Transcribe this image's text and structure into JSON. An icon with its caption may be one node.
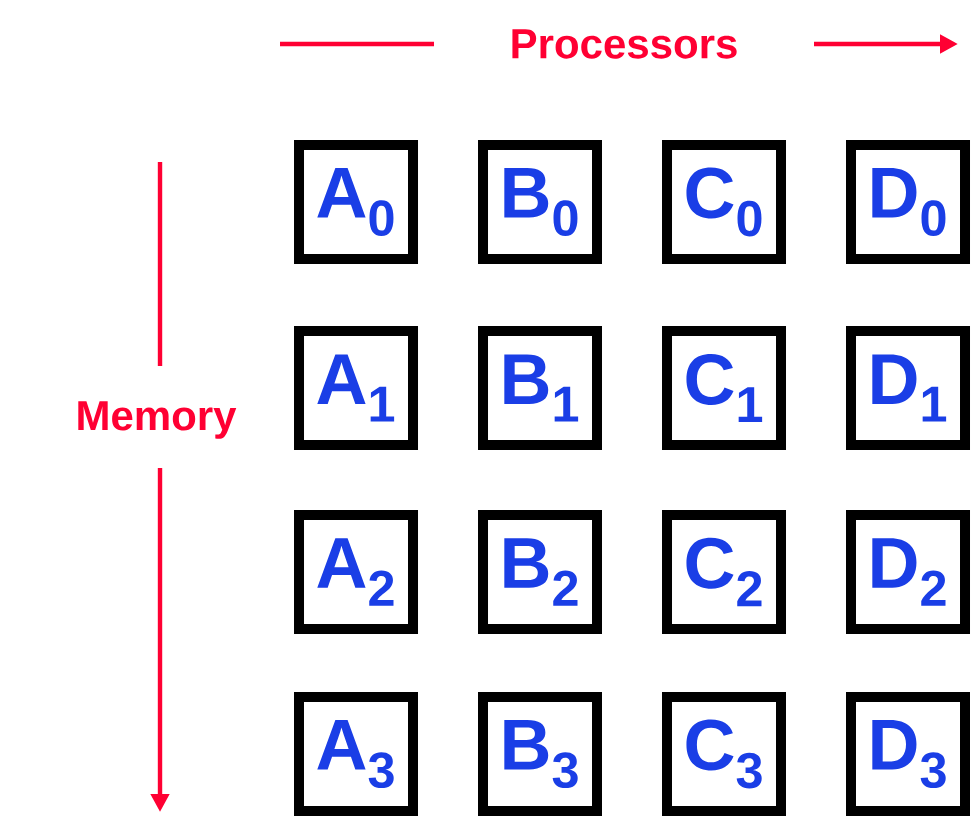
{
  "diagram": {
    "nodes": [
      {
        "text": [
          "A$_{0}$"
        ]
      },
      {
        "text": [
          "B$_{0}$"
        ]
      },
      {
        "text": [
          "C$_{0}$"
        ]
      },
      {
        "text": [
          "D$_{0}$"
        ]
      },
      {
        "text": [
          "A$_{1}$"
        ]
      },
      {
        "text": [
          "B$_{1}$"
        ]
      },
      {
        "text": [
          "C$_{1}$"
        ]
      },
      {
        "text": [
          "D$_{1}$"
        ]
      },
      {
        "text": [
          "A$_{2}$"
        ]
      },
      {
        "text": [
          "B$_{2}$"
        ]
      },
      {
        "text": [
          "C$_{2}$"
        ]
      },
      {
        "text": [
          "D$_{2}$"
        ]
      },
      {
        "text": [
          "A$_{3}$"
        ]
      },
      {
        "text": [
          "B$_{3}$"
        ]
      },
      {
        "text": [
          "C$_{3}$"
        ]
      },
      {
        "text": [
          "D$_{3}$"
        ]
      }
    ],
    "labels": [
      "Processors",
      "Memory"
    ]
  }
}
